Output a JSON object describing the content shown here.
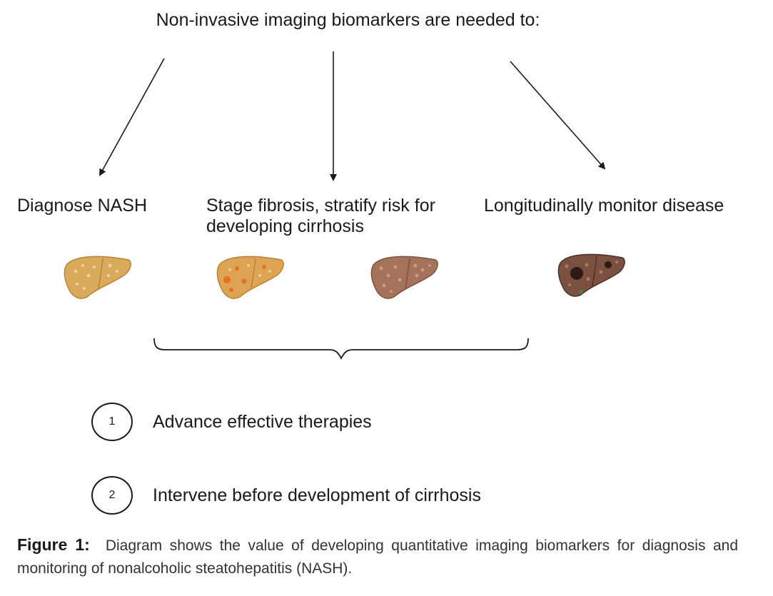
{
  "heading": "Non-invasive imaging biomarkers are needed to:",
  "targets": [
    {
      "label": "Diagnose NASH"
    },
    {
      "label": "Stage fibrosis, stratify risk for developing cirrhosis"
    },
    {
      "label": "Longitudinally monitor disease"
    }
  ],
  "livers": [
    {
      "stage": "steatotic liver",
      "color": "#d9a95c"
    },
    {
      "stage": "steatohepatitis liver",
      "color": "#dda553"
    },
    {
      "stage": "fibrotic liver",
      "color": "#a5735a"
    },
    {
      "stage": "cirrhotic liver",
      "color": "#7a5040"
    }
  ],
  "goals": [
    {
      "number": "1",
      "text": "Advance effective therapies"
    },
    {
      "number": "2",
      "text": "Intervene before development of cirrhosis"
    }
  ],
  "caption": {
    "label": "Figure 1:",
    "text": "Diagram shows the value of developing quantitative imaging biomarkers for diagnosis and monitoring of nonalcoholic steatohepatitis (NASH)."
  }
}
